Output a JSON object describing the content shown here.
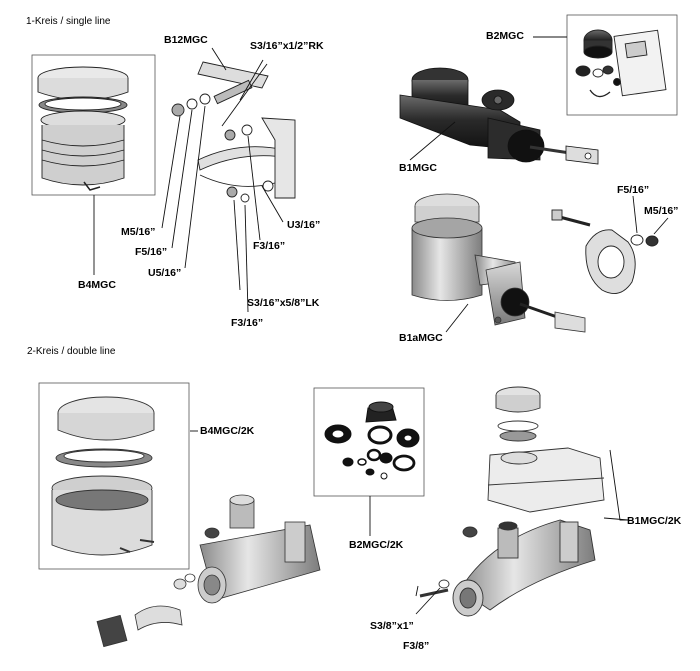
{
  "sections": {
    "single": "1-Kreis / single line",
    "double": "2-Kreis / double line"
  },
  "labels": {
    "b12mgc": "B12MGC",
    "s3_16_x1_2_rk": "S3/16”x1/2”RK",
    "b2mgc": "B2MGC",
    "b1mgc": "B1MGC",
    "f5_16_right": "F5/16”",
    "m5_16_right": "M5/16”",
    "m5_16_left": "M5/16”",
    "f5_16_left": "F5/16”",
    "u5_16": "U5/16”",
    "u3_16": "U3/16”",
    "f3_16_mid": "F3/16”",
    "b4mgc": "B4MGC",
    "s3_16_x5_8_lk": "S3/16”x5/8”LK",
    "f3_16_low": "F3/16”",
    "b1amgc": "B1aMGC",
    "b4mgc_2k": "B4MGC/2K",
    "b2mgc_2k": "B2MGC/2K",
    "b1mgc_2k": "B1MGC/2K",
    "s3_8_x1": "S3/8”x1”",
    "f3_8": "F3/8”"
  }
}
